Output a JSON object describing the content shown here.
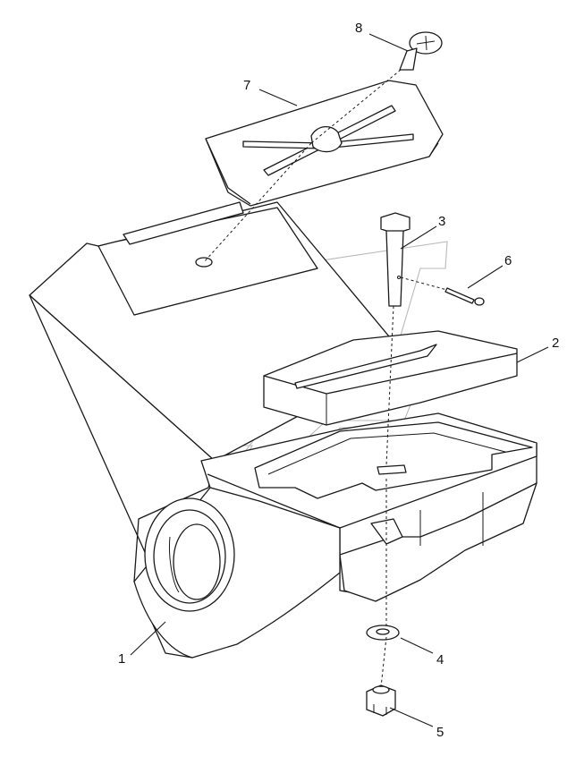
{
  "diagram": {
    "callouts": [
      {
        "id": "c1",
        "label": "1"
      },
      {
        "id": "c2",
        "label": "2"
      },
      {
        "id": "c3",
        "label": "3"
      },
      {
        "id": "c4",
        "label": "4"
      },
      {
        "id": "c5",
        "label": "5"
      },
      {
        "id": "c6",
        "label": "6"
      },
      {
        "id": "c7",
        "label": "7"
      },
      {
        "id": "c8",
        "label": "8"
      }
    ]
  },
  "colors": {
    "line": "#1a1a1a",
    "watermark": "#b9b9b9",
    "background": "#ffffff"
  }
}
